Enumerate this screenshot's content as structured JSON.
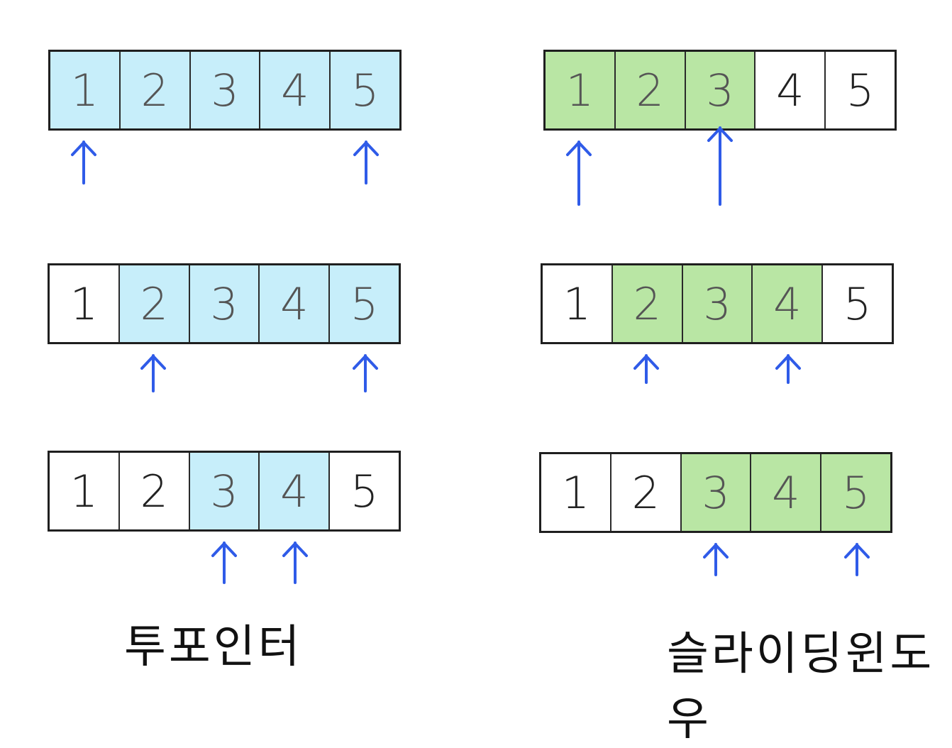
{
  "panels": {
    "two_pointer": {
      "rows": [
        {
          "cells": [
            "1",
            "2",
            "3",
            "4",
            "5"
          ],
          "highlight": [
            0,
            1,
            2,
            3,
            4
          ],
          "pointers": [
            0,
            4
          ]
        },
        {
          "cells": [
            "1",
            "2",
            "3",
            "4",
            "5"
          ],
          "highlight": [
            1,
            2,
            3,
            4
          ],
          "pointers": [
            1,
            4
          ]
        },
        {
          "cells": [
            "1",
            "2",
            "3",
            "4",
            "5"
          ],
          "highlight": [
            2,
            3
          ],
          "pointers": [
            2,
            3
          ]
        }
      ],
      "caption": "투포인터",
      "color": "#c7eefa"
    },
    "sliding_window": {
      "rows": [
        {
          "cells": [
            "1",
            "2",
            "3",
            "4",
            "5"
          ],
          "highlight": [
            0,
            1,
            2
          ],
          "pointers": [
            0,
            2
          ]
        },
        {
          "cells": [
            "1",
            "2",
            "3",
            "4",
            "5"
          ],
          "highlight": [
            1,
            2,
            3
          ],
          "pointers": [
            1,
            3
          ]
        },
        {
          "cells": [
            "1",
            "2",
            "3",
            "4",
            "5"
          ],
          "highlight": [
            2,
            3,
            4
          ],
          "pointers": [
            2,
            4
          ]
        }
      ],
      "caption": "슬라이딩윈도우",
      "color": "#b9e6a4"
    }
  },
  "arrow_color": "#2f5be8"
}
